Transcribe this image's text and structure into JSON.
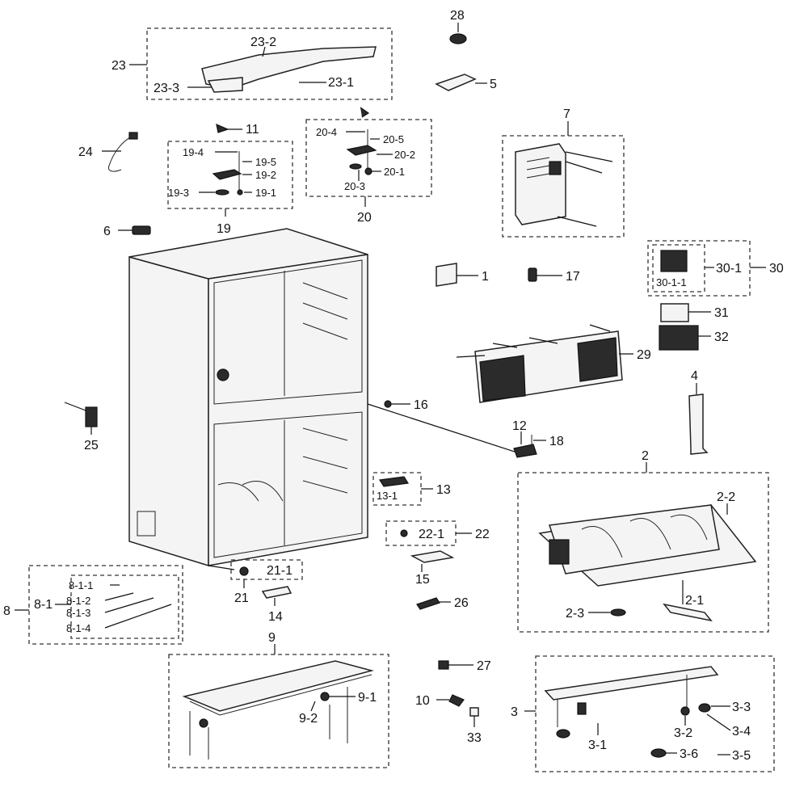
{
  "diagram": {
    "parts": {
      "p1": "1",
      "p2": "2",
      "p2_1": "2-1",
      "p2_2": "2-2",
      "p2_3": "2-3",
      "p3": "3",
      "p3_1": "3-1",
      "p3_2": "3-2",
      "p3_3": "3-3",
      "p3_4": "3-4",
      "p3_5": "3-5",
      "p3_6": "3-6",
      "p4": "4",
      "p5": "5",
      "p6": "6",
      "p7": "7",
      "p8": "8",
      "p8_1": "8-1",
      "p8_1_1": "8-1-1",
      "p8_1_2": "8-1-2",
      "p8_1_3": "8-1-3",
      "p8_1_4": "8-1-4",
      "p9": "9",
      "p9_1": "9-1",
      "p9_2": "9-2",
      "p10": "10",
      "p11": "11",
      "p12": "12",
      "p13": "13",
      "p13_1": "13-1",
      "p14": "14",
      "p15": "15",
      "p16": "16",
      "p17": "17",
      "p18": "18",
      "p19": "19",
      "p19_1": "19-1",
      "p19_2": "19-2",
      "p19_3": "19-3",
      "p19_4": "19-4",
      "p19_5": "19-5",
      "p20": "20",
      "p20_1": "20-1",
      "p20_2": "20-2",
      "p20_3": "20-3",
      "p20_4": "20-4",
      "p20_5": "20-5",
      "p21": "21",
      "p21_1": "21-1",
      "p22": "22",
      "p22_1": "22-1",
      "p23": "23",
      "p23_1": "23-1",
      "p23_2": "23-2",
      "p23_3": "23-3",
      "p24": "24",
      "p25": "25",
      "p26": "26",
      "p27": "27",
      "p28": "28",
      "p29": "29",
      "p30": "30",
      "p30_1": "30-1",
      "p30_1_1": "30-1-1",
      "p31": "31",
      "p32": "32",
      "p33": "33"
    }
  }
}
